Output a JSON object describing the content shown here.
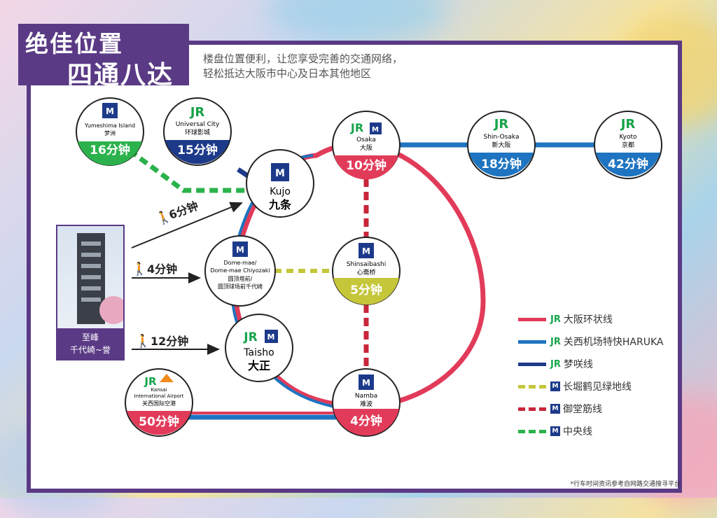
{
  "header": {
    "title_line1": "绝佳位置",
    "title_line2": "四通八达",
    "subtitle_line1": "楼盘位置便利，让您享受完善的交通网络，",
    "subtitle_line2": "轻松抵达大阪市中心及日本其他地区"
  },
  "colors": {
    "purple": "#5a3a85",
    "loop_red": "#e23b5a",
    "haruka_blue": "#1e74c0",
    "yumesaki_navy": "#1d3a8a",
    "nagahori_olive": "#c5c63a",
    "midosuji_red": "#c8263a",
    "chuo_green": "#2bb24c"
  },
  "stations": {
    "yumeshima": {
      "en": "Yumeshima Island",
      "zh": "梦洲",
      "time": "16分钟",
      "icons": [
        "metro-icon"
      ]
    },
    "universal": {
      "en": "Universal City",
      "zh": "环球影城",
      "time": "15分钟",
      "icons": [
        "jr-icon"
      ]
    },
    "osaka": {
      "en": "Osaka",
      "zh": "大阪",
      "time": "10分钟",
      "icons": [
        "jr-icon",
        "metro-icon"
      ]
    },
    "shin_osaka": {
      "en": "Shin-Osaka",
      "zh": "新大阪",
      "time": "18分钟",
      "icons": [
        "jr-icon"
      ]
    },
    "kyoto": {
      "en": "Kyoto",
      "zh": "京都",
      "time": "42分钟",
      "icons": [
        "jr-icon"
      ]
    },
    "kujo": {
      "en": "Kujo",
      "zh": "九条",
      "icons": [
        "metro-icon"
      ]
    },
    "domemae": {
      "en1": "Dome-mae/",
      "en2": "Dome-mae Chiyozaki",
      "zh1": "圆顶塔前/",
      "zh2": "圆顶球场前千代崎",
      "icons": [
        "metro-icon"
      ]
    },
    "shinsaibashi": {
      "en": "Shinsaibashi",
      "zh": "心斋桥",
      "time": "5分钟",
      "icons": [
        "metro-icon"
      ]
    },
    "taisho": {
      "en": "Taisho",
      "zh": "大正",
      "icons": [
        "jr-icon",
        "metro-icon"
      ]
    },
    "namba": {
      "en": "Namba",
      "zh": "难波",
      "time": "4分钟",
      "icons": [
        "metro-icon"
      ]
    },
    "kansai": {
      "en1": "Kansai",
      "en2": "International Airport",
      "zh": "关西国际空港",
      "time": "50分钟",
      "icons": [
        "jr-icon",
        "nankai-icon"
      ]
    }
  },
  "walks": [
    {
      "time": "6分钟"
    },
    {
      "time": "4分钟"
    },
    {
      "time": "12分钟"
    }
  ],
  "property": {
    "line1": "至峰",
    "line2": "千代崎~誉"
  },
  "jr_mark": "JR",
  "metro_mark": "M",
  "legend": [
    {
      "label": "大阪环状线",
      "mark": "JR",
      "color": "#e23b5a",
      "style": "solid"
    },
    {
      "label": "关西机场特快HARUKA",
      "mark": "JR",
      "color": "#1e74c0",
      "style": "solid"
    },
    {
      "label": "梦咲线",
      "mark": "JR",
      "color": "#1d3a8a",
      "style": "solid"
    },
    {
      "label": "长堀鹤见绿地线",
      "mark": "M",
      "color": "#c5c63a",
      "style": "dashed"
    },
    {
      "label": "御堂筋线",
      "mark": "M",
      "color": "#c8263a",
      "style": "dashed"
    },
    {
      "label": "中央线",
      "mark": "M",
      "color": "#2bb24c",
      "style": "dashed"
    }
  ],
  "footnote": "*行车时间资讯参考自网路交通搜寻平台"
}
